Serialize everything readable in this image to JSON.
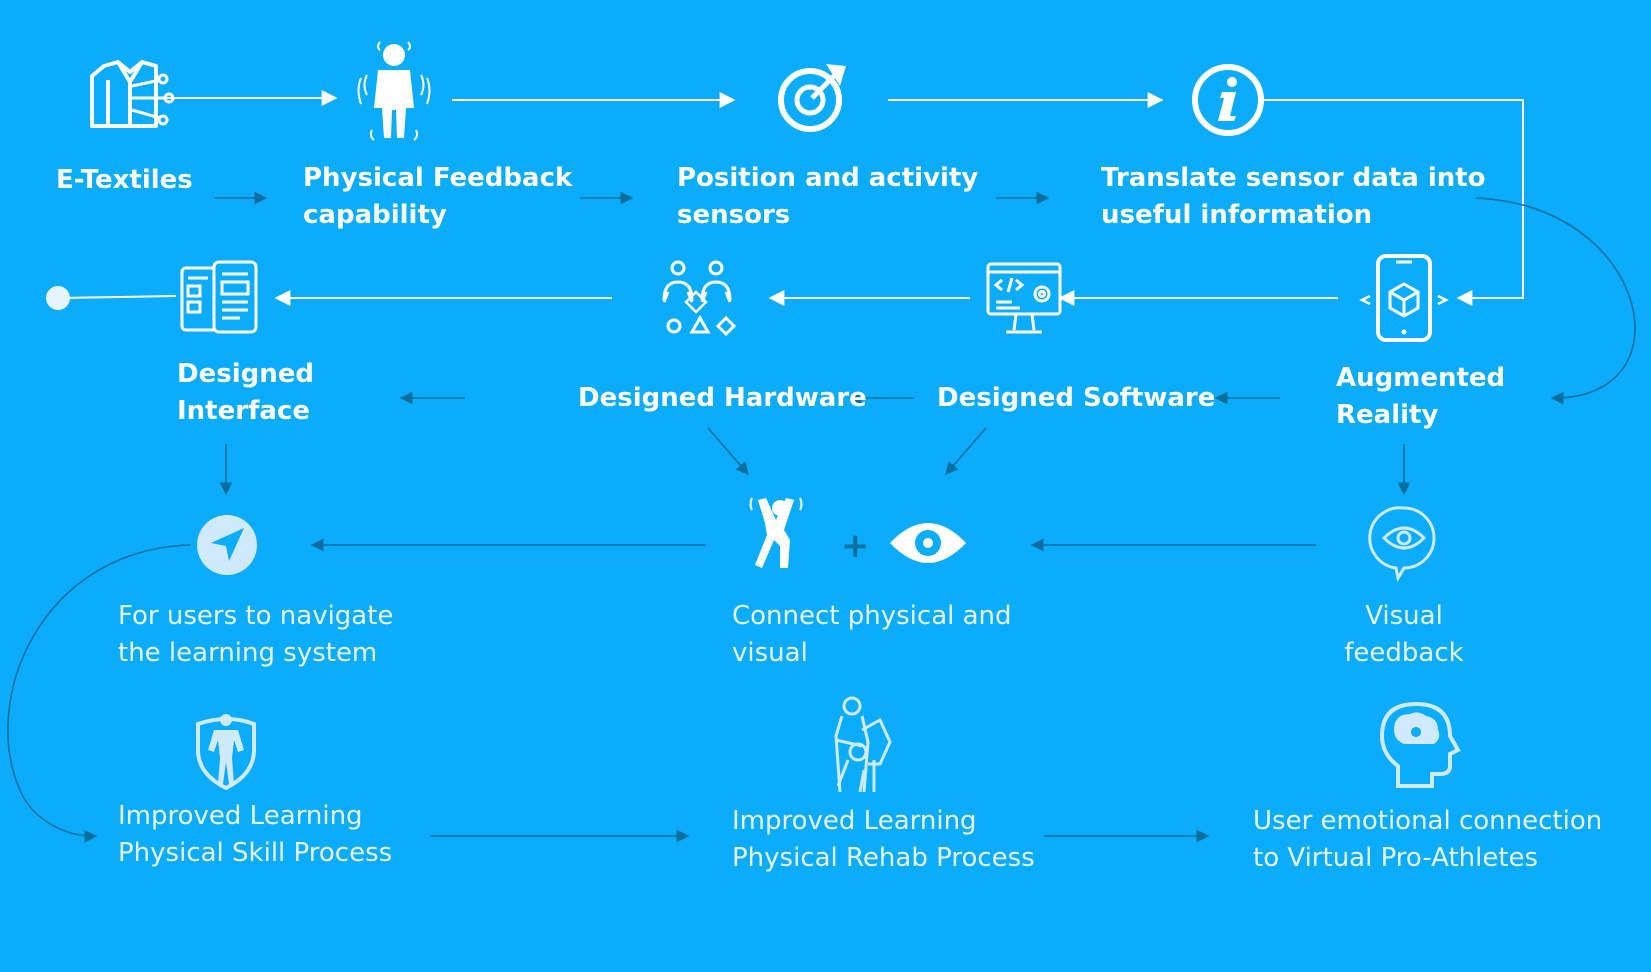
{
  "colors": {
    "background": "#0aacfb",
    "text": "#ffffff",
    "arrow_light": "#ffffff",
    "arrow_dark": "#0a6e9f",
    "icon": "#ffffff"
  },
  "nodes": {
    "etextiles": {
      "lines": [
        "E-Textiles"
      ],
      "icon": "e-textile-shirt-icon"
    },
    "physical_feedback": {
      "lines": [
        "Physical Feedback",
        "capability"
      ],
      "icon": "vibrating-body-icon"
    },
    "position_sensors": {
      "lines": [
        "Position and activity",
        "sensors"
      ],
      "icon": "target-sensor-icon"
    },
    "translate_data": {
      "lines": [
        "Translate sensor data into",
        "useful information"
      ],
      "icon": "info-icon"
    },
    "augmented_reality": {
      "lines": [
        "Augmented",
        "Reality"
      ],
      "icon": "ar-phone-icon"
    },
    "designed_software": {
      "lines": [
        "Designed Software"
      ],
      "icon": "code-monitor-icon"
    },
    "designed_hardware": {
      "lines": [
        "Designed Hardware"
      ],
      "icon": "wearable-people-icon"
    },
    "designed_interface": {
      "lines": [
        "Designed",
        "Interface"
      ],
      "icon": "devices-interface-icon"
    },
    "navigate": {
      "lines": [
        "For users to navigate",
        "the learning system"
      ],
      "icon": "navigation-arrow-icon"
    },
    "connect": {
      "lines": [
        "Connect physical and",
        "visual"
      ],
      "icon": "person-plus-eye-icon",
      "plus": "+"
    },
    "visual_feedback": {
      "lines": [
        "Visual",
        "feedback"
      ],
      "icon": "eye-bubble-icon"
    },
    "skill_process": {
      "lines": [
        "Improved Learning",
        "Physical Skill Process"
      ],
      "icon": "athlete-shield-icon"
    },
    "rehab_process": {
      "lines": [
        "Improved Learning",
        "Physical Rehab Process"
      ],
      "icon": "rehab-icon"
    },
    "emotional_connection": {
      "lines": [
        "User emotional connection",
        "to Virtual Pro-Athletes"
      ],
      "icon": "brain-head-icon"
    }
  }
}
